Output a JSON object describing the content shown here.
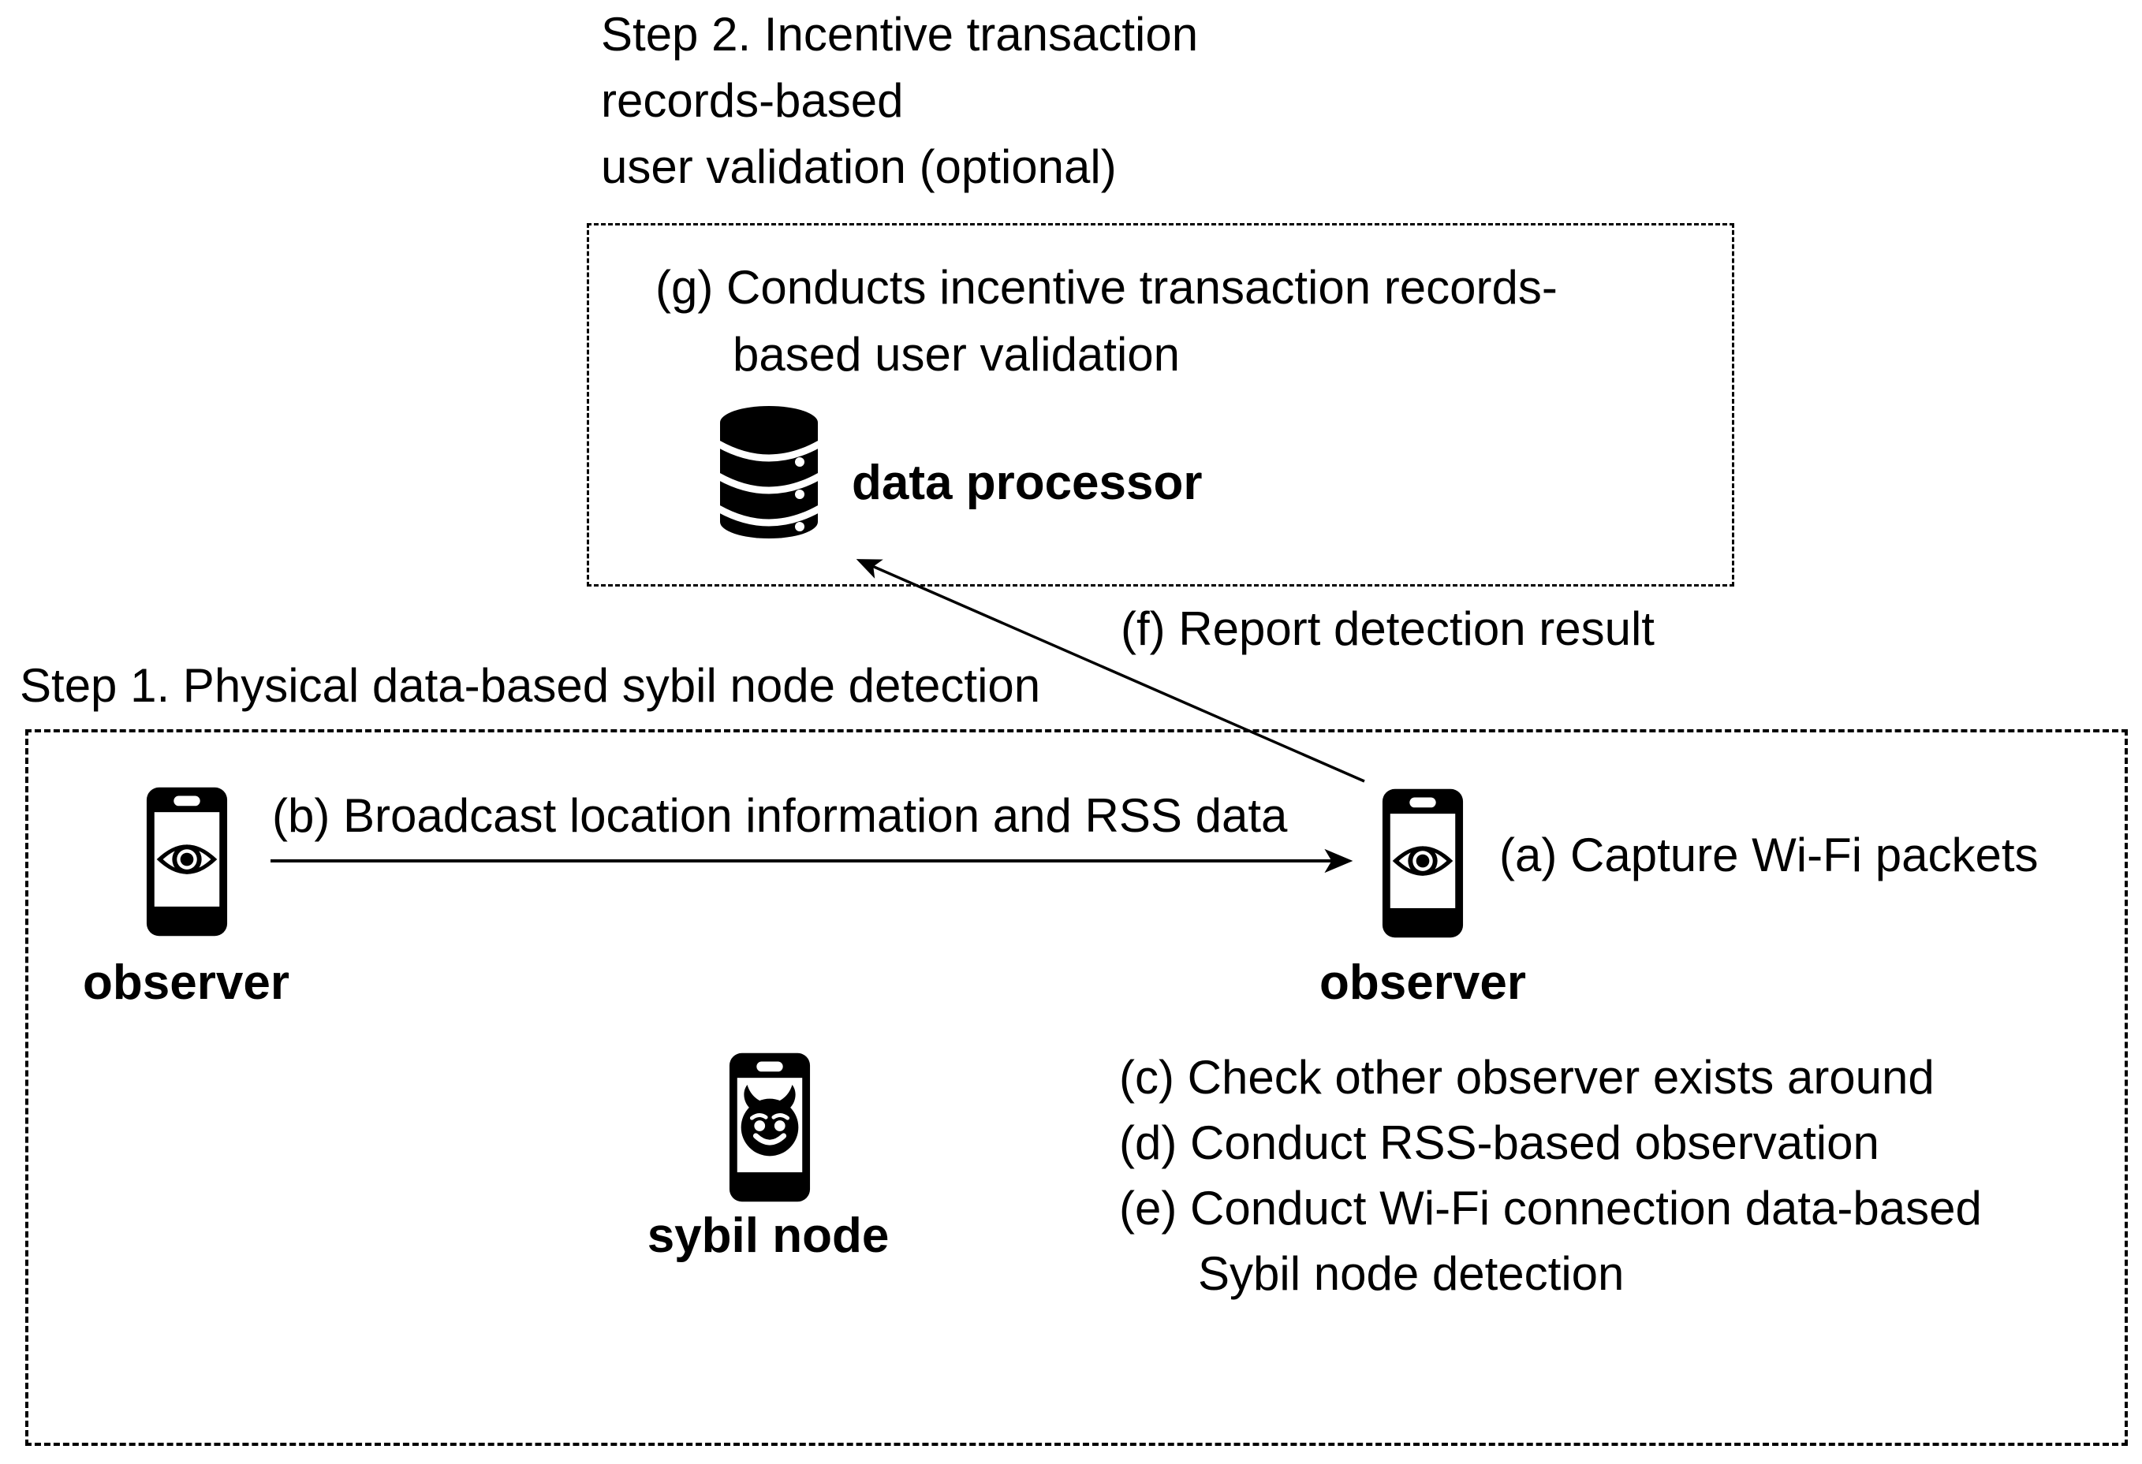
{
  "theme": {
    "background": "#ffffff",
    "foreground": "#000000"
  },
  "step2": {
    "title_lines": [
      "Step 2. Incentive transaction",
      "records-based",
      "user validation (optional)"
    ],
    "g_line1": "(g) Conducts incentive transaction records-",
    "g_line2": "based user validation",
    "processor_label": "data processor",
    "icon": "database-icon"
  },
  "step1": {
    "title": "Step 1. Physical data-based sybil node detection",
    "observer_left_label": "observer",
    "observer_right_label": "observer",
    "sybil_label": "sybil node",
    "a_label": "(a) Capture Wi-Fi packets",
    "cde_lines": [
      "(c) Check other observer exists around",
      "(d) Conduct RSS-based observation",
      "(e) Conduct Wi-Fi connection data-based",
      "Sybil node detection"
    ],
    "icons": {
      "observer": "eye-phone-icon",
      "sybil": "devil-phone-icon"
    }
  },
  "arrows": {
    "b_label": "(b) Broadcast location information and RSS data",
    "f_label": "(f) Report detection result"
  }
}
